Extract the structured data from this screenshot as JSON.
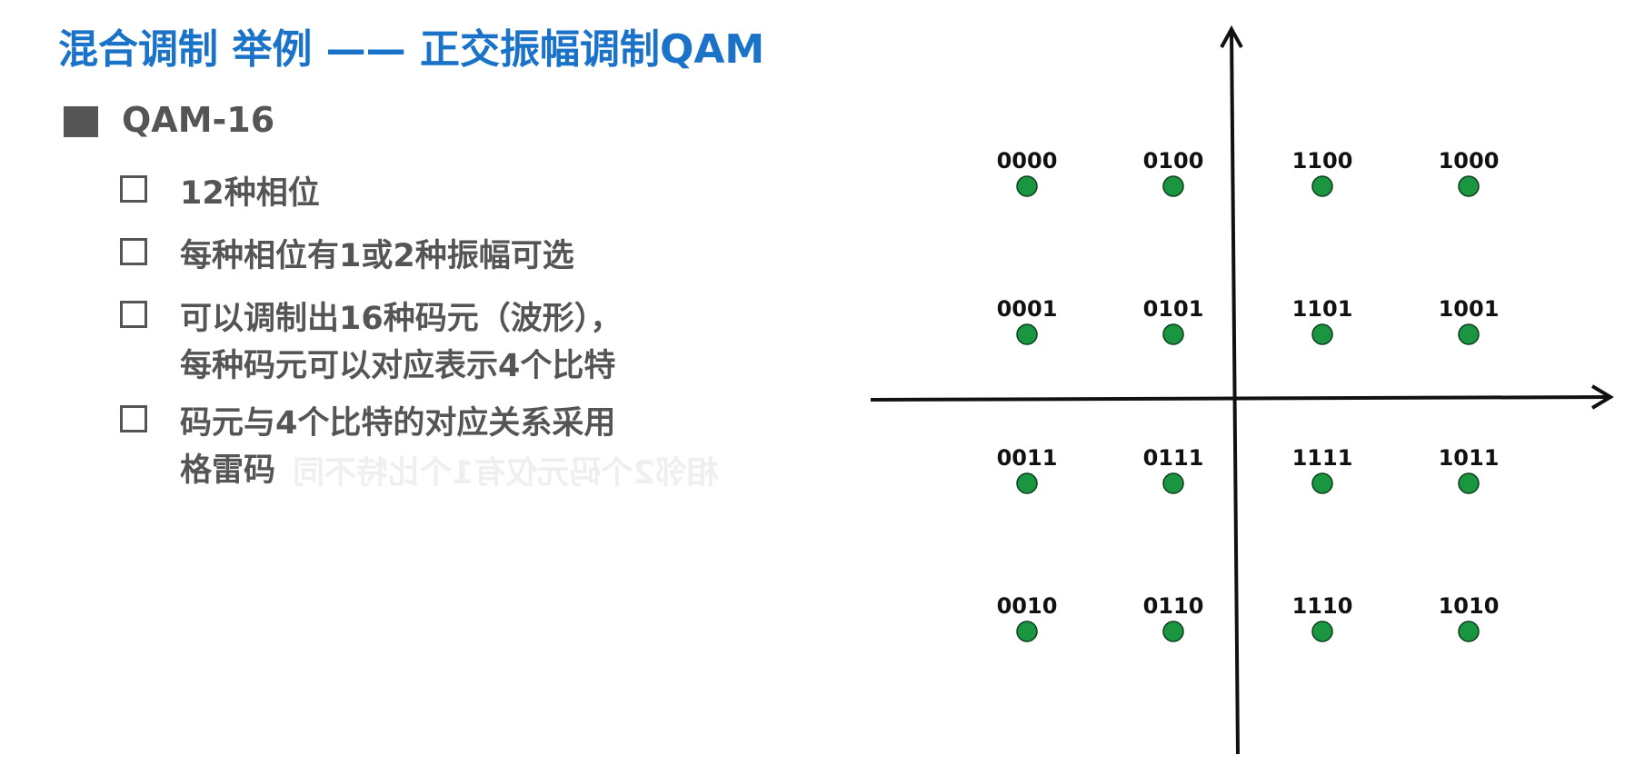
{
  "title": "混合调制 举例 —— 正交振幅调制QAM",
  "main_item": {
    "label": "QAM-16"
  },
  "sub_items": [
    {
      "lines": [
        "12种相位"
      ]
    },
    {
      "lines": [
        "每种相位有1或2种振幅可选"
      ]
    },
    {
      "lines": [
        "可以调制出16种码元（波形），",
        "每种码元可以对应表示4个比特"
      ]
    },
    {
      "lines": [
        "码元与4个比特的对应关系采用",
        "格雷码"
      ]
    }
  ],
  "ghost_text": "相邻2个码元仅有1个比特不同",
  "diagram": {
    "point_color": "#1a9641",
    "axis_color": "#111111",
    "points": [
      {
        "code": "0000",
        "col": 0,
        "row": 0
      },
      {
        "code": "0100",
        "col": 1,
        "row": 0
      },
      {
        "code": "1100",
        "col": 2,
        "row": 0
      },
      {
        "code": "1000",
        "col": 3,
        "row": 0
      },
      {
        "code": "0001",
        "col": 0,
        "row": 1
      },
      {
        "code": "0101",
        "col": 1,
        "row": 1
      },
      {
        "code": "1101",
        "col": 2,
        "row": 1
      },
      {
        "code": "1001",
        "col": 3,
        "row": 1
      },
      {
        "code": "0011",
        "col": 0,
        "row": 2
      },
      {
        "code": "0111",
        "col": 1,
        "row": 2
      },
      {
        "code": "1111",
        "col": 2,
        "row": 2
      },
      {
        "code": "1011",
        "col": 3,
        "row": 2
      },
      {
        "code": "0010",
        "col": 0,
        "row": 3
      },
      {
        "code": "0110",
        "col": 1,
        "row": 3
      },
      {
        "code": "1110",
        "col": 2,
        "row": 3
      },
      {
        "code": "1010",
        "col": 3,
        "row": 3
      }
    ]
  }
}
